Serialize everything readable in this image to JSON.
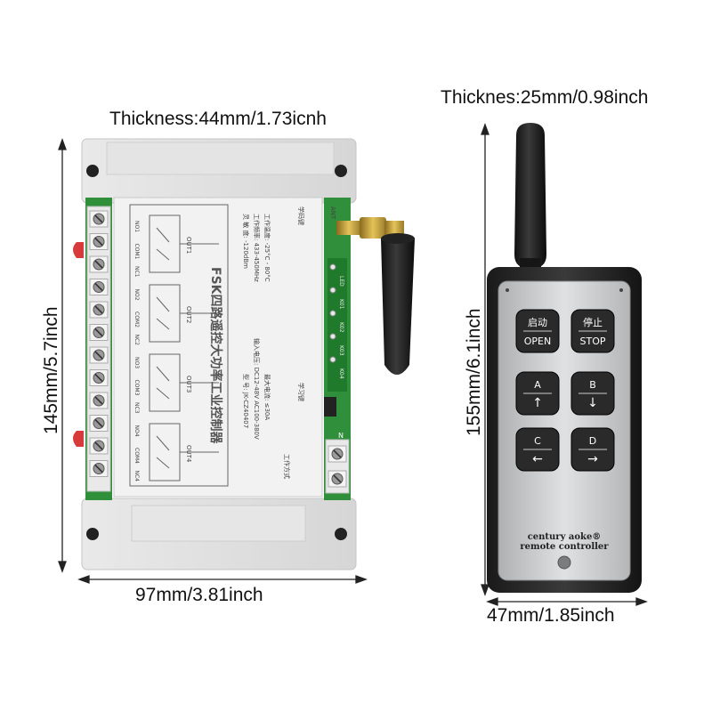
{
  "dimensions": {
    "module_thickness": "Thickness:44mm/1.73icnh",
    "module_height": "145mm/5.7inch",
    "module_width": "97mm/3.81inch",
    "remote_thickness": "Thicknes:25mm/0.98inch",
    "remote_height": "155mm/6.1inch",
    "remote_width": "47mm/1.85inch"
  },
  "module": {
    "title_cn": "FSK四路遥控大功率工业控制器",
    "outputs": [
      "OUT1",
      "OUT2",
      "OUT3",
      "OUT4"
    ],
    "model_line": "型 号: JK-CZ40407",
    "voltage_line": "输入电压: DC12-48V  AC100-380V",
    "current_line": "最大电流: ≤30A",
    "distance_line": "灵 敏 度: -120dBm",
    "freq_line": "工作频率: 433-450MHz",
    "temp_line": "工作温度: -25°C - 80°C",
    "learn_label": "学习键",
    "mode_label": "工作方式",
    "ant_label": "ANT",
    "indicator_labels": [
      "LED",
      "K01",
      "K02",
      "K03",
      "K04"
    ],
    "power_label": "N",
    "learn_btn": "学码键",
    "terminal_labels_left": [
      "NO1",
      "COM1",
      "NC1",
      "NO2",
      "COM2",
      "NC2",
      "NO3",
      "COM3",
      "NC3",
      "NO4",
      "COM4",
      "NC4"
    ]
  },
  "remote": {
    "buttons": [
      {
        "cn": "启动",
        "en": "OPEN"
      },
      {
        "cn": "停止",
        "en": "STOP"
      },
      {
        "cn": "A",
        "en": "↑"
      },
      {
        "cn": "B",
        "en": "↓"
      },
      {
        "cn": "C",
        "en": "←"
      },
      {
        "cn": "D",
        "en": "→"
      }
    ],
    "brand_line1": "century aoke®",
    "brand_line2": "remote controller"
  }
}
